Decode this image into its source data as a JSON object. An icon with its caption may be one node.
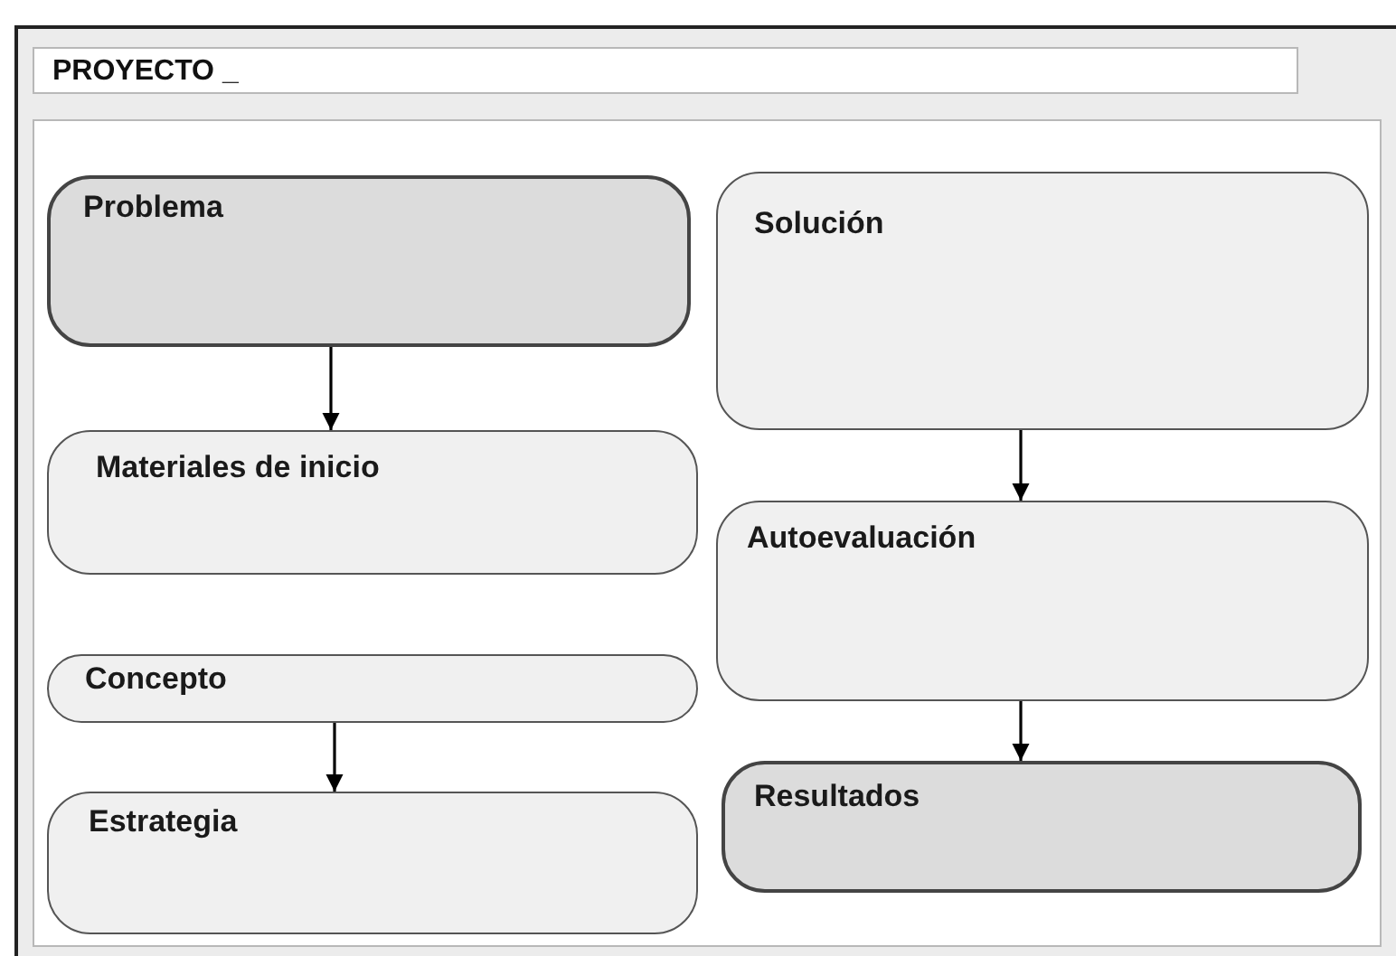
{
  "diagram": {
    "title": "PROYECTO _",
    "nodes": [
      {
        "text": [
          "Problema"
        ]
      },
      {
        "text": [
          "Solución"
        ]
      },
      {
        "text": [
          "Materiales de inicio"
        ]
      },
      {
        "text": [
          "Autoevaluación"
        ]
      },
      {
        "text": [
          "Concepto"
        ]
      },
      {
        "text": [
          "Resultados"
        ]
      },
      {
        "text": [
          "Estrategia"
        ]
      }
    ],
    "edges": [
      {
        "from": 0,
        "to": 2,
        "arrow": "to"
      },
      {
        "from": 1,
        "to": 3,
        "arrow": "to"
      },
      {
        "from": 4,
        "to": 6,
        "arrow": "to"
      },
      {
        "from": 3,
        "to": 5,
        "arrow": "to"
      }
    ]
  }
}
